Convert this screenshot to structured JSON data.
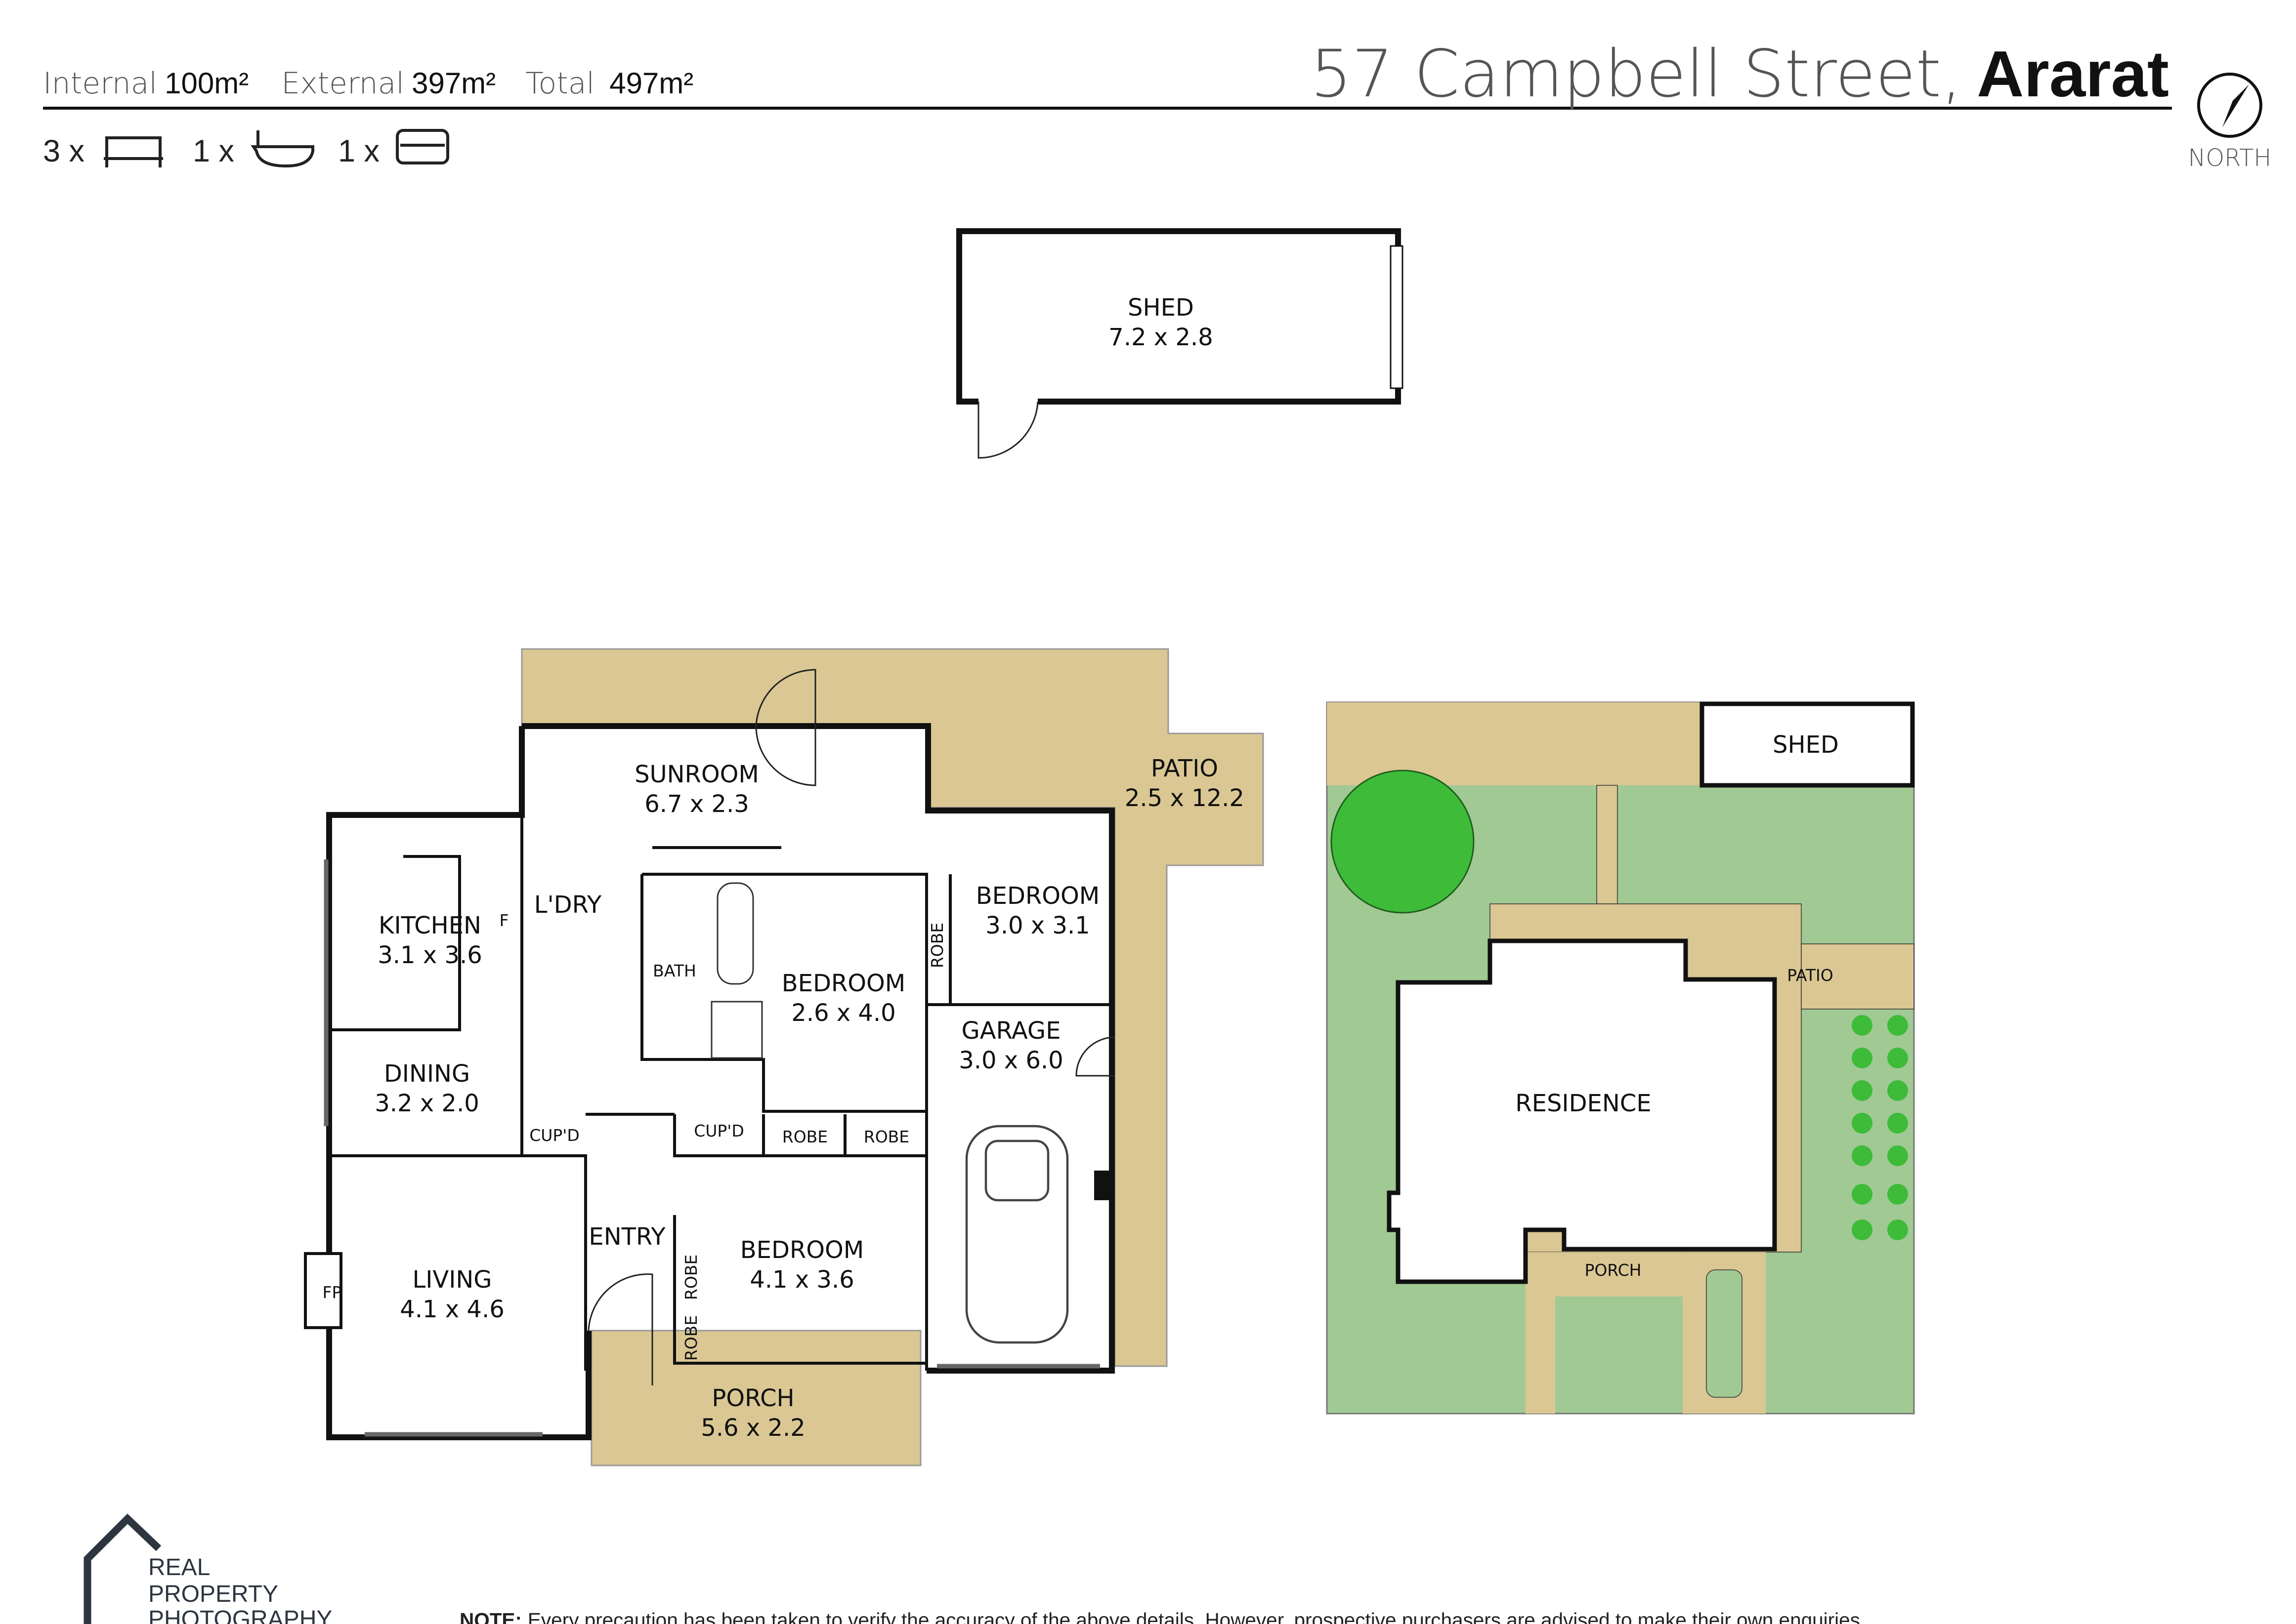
{
  "header": {
    "internal_label": "Internal",
    "internal_value": "100m²",
    "external_label": "External",
    "external_value": "397m²",
    "total_label": "Total",
    "total_value": "497m²",
    "address": "57 Campbell Street,",
    "suburb": "Ararat",
    "north_label": "NORTH",
    "bedrooms": "3 x",
    "bathrooms": "1 x",
    "car_spaces": "1 x"
  },
  "rooms": {
    "shed": {
      "name": "SHED",
      "size": "7.2 x 2.8"
    },
    "sunroom": {
      "name": "SUNROOM",
      "size": "6.7 x 2.3"
    },
    "patio": {
      "name": "PATIO",
      "size": "2.5 x 12.2"
    },
    "kitchen": {
      "name": "KITCHEN",
      "size": "3.1 x 3.6",
      "fridge": "F"
    },
    "laundry": {
      "name": "L'DRY"
    },
    "bath": {
      "name": "BATH"
    },
    "bedroom1": {
      "name": "BEDROOM",
      "size": "3.0 x 3.1"
    },
    "bedroom2": {
      "name": "BEDROOM",
      "size": "2.6 x 4.0"
    },
    "garage": {
      "name": "GARAGE",
      "size": "3.0 x 6.0"
    },
    "dining": {
      "name": "DINING",
      "size": "3.2 x 2.0"
    },
    "cupd1": "CUP'D",
    "cupd2": "CUP'D",
    "robe": "ROBE",
    "entry": {
      "name": "ENTRY"
    },
    "living": {
      "name": "LIVING",
      "size": "4.1 x 4.6",
      "fireplace": "FP"
    },
    "bedroom3": {
      "name": "BEDROOM",
      "size": "4.1 x 3.6"
    },
    "porch": {
      "name": "PORCH",
      "size": "5.6 x 2.2"
    }
  },
  "site_plan": {
    "shed": "SHED",
    "patio": "PATIO",
    "residence": "RESIDENCE",
    "porch": "PORCH",
    "colors": {
      "paving": "#DAC793",
      "lawn": "#A1C994",
      "tree": "#3DBB39"
    }
  },
  "footer": {
    "logo": "REAL PROPERTY PHOTOGRAPHY",
    "logo_lines": [
      "REAL",
      "PROPERTY",
      "PHOTOGRAPHY"
    ],
    "note_label": "NOTE:",
    "note": "Every precaution has been taken to verify the accuracy of the above details. However, prospective purchasers are advised to make their own enquiries."
  }
}
